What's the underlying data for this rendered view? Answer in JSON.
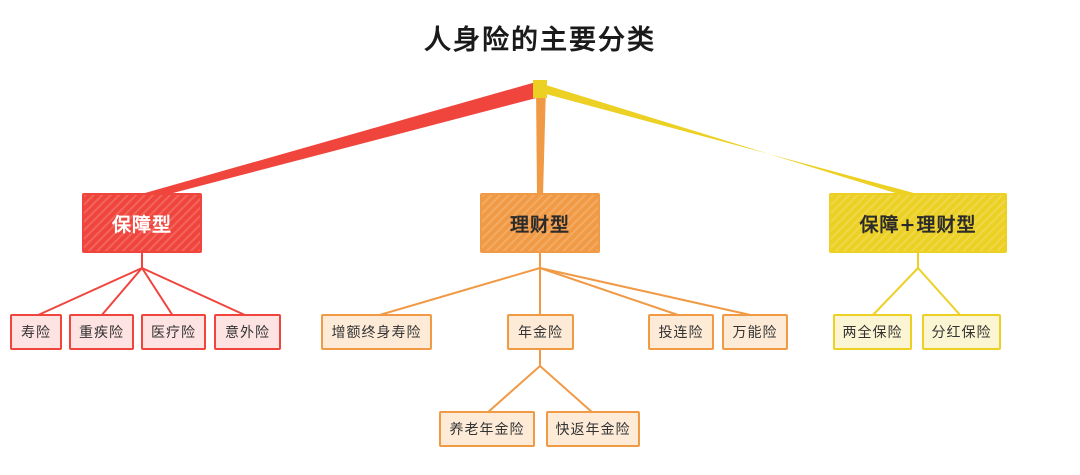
{
  "title": "人身险的主要分类",
  "colors": {
    "red": "#f0453d",
    "red_light": "#fde3e1",
    "orange": "#f19a45",
    "orange_light": "#fdebd8",
    "yellow": "#ecd024",
    "yellow_light": "#fbf5d3"
  },
  "categories": [
    {
      "label": "保障型",
      "items": [
        "寿险",
        "重疾险",
        "医疗险",
        "意外险"
      ]
    },
    {
      "label": "理财型",
      "items": [
        "增额终身寿险",
        "年金险",
        "投连险",
        "万能险"
      ],
      "sub": {
        "parent": "年金险",
        "items": [
          "养老年金险",
          "快返年金险"
        ]
      }
    },
    {
      "label": "保障+理财型",
      "items": [
        "两全保险",
        "分红保险"
      ]
    }
  ]
}
